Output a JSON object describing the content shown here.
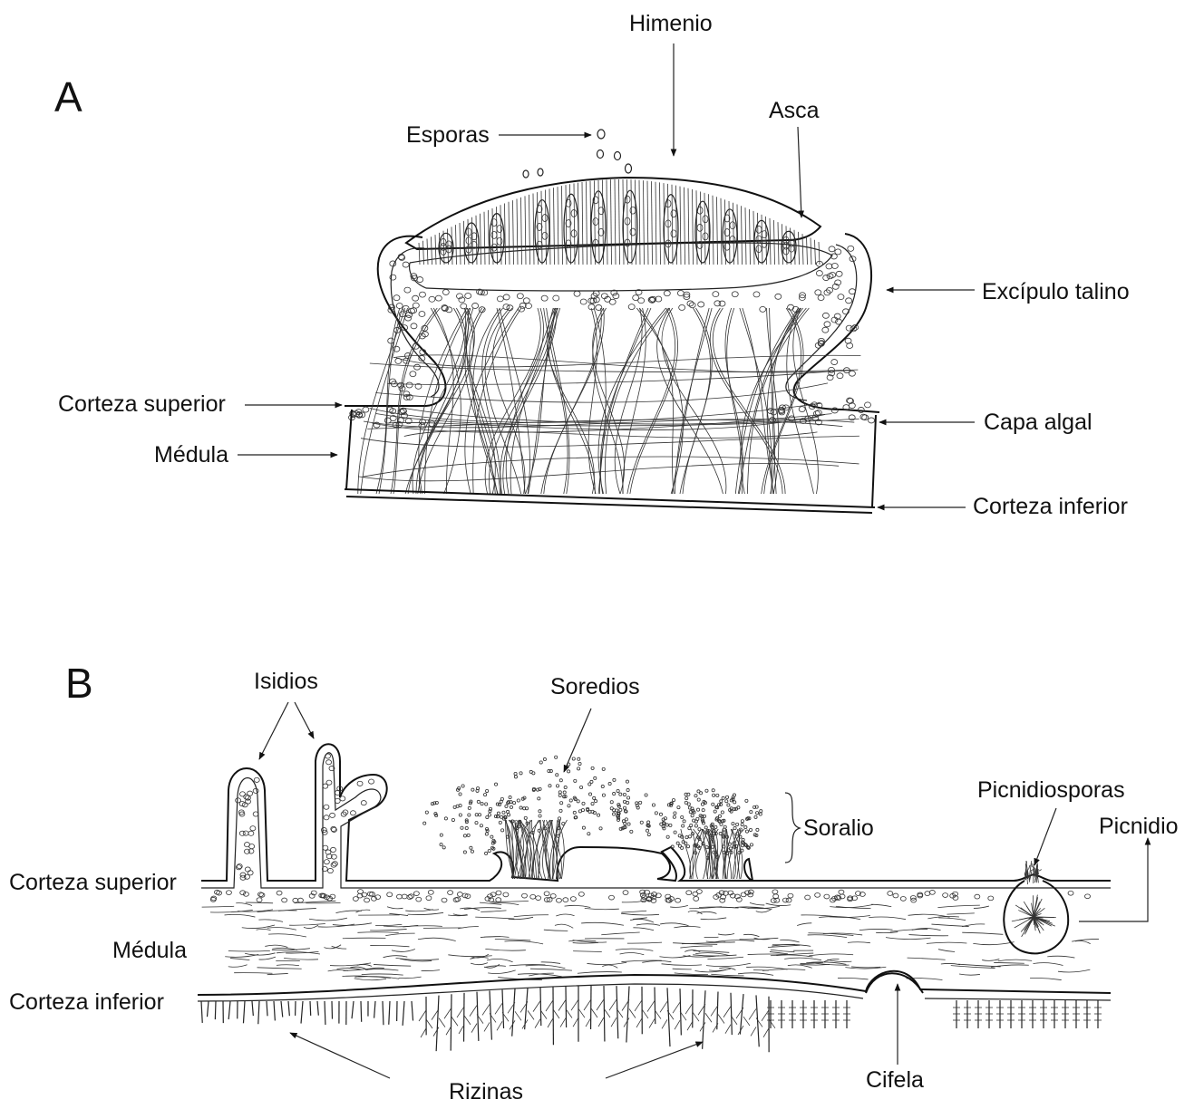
{
  "panel_a": {
    "letter": "A",
    "labels": {
      "himenio": "Himenio",
      "asca": "Asca",
      "esporas": "Esporas",
      "excipulo": "Excípulo talino",
      "corteza_superior": "Corteza superior",
      "capa_algal": "Capa algal",
      "medula": "Médula",
      "corteza_inferior": "Corteza inferior"
    }
  },
  "panel_b": {
    "letter": "B",
    "labels": {
      "isidios": "Isidios",
      "soredios": "Soredios",
      "soralio": "Soralio",
      "picnidiosporas": "Picnidiosporas",
      "picnidio": "Picnidio",
      "corteza_superior": "Corteza superior",
      "medula": "Médula",
      "corteza_inferior": "Corteza inferior",
      "rizinas": "Rizinas",
      "cifela": "Cifela"
    }
  }
}
